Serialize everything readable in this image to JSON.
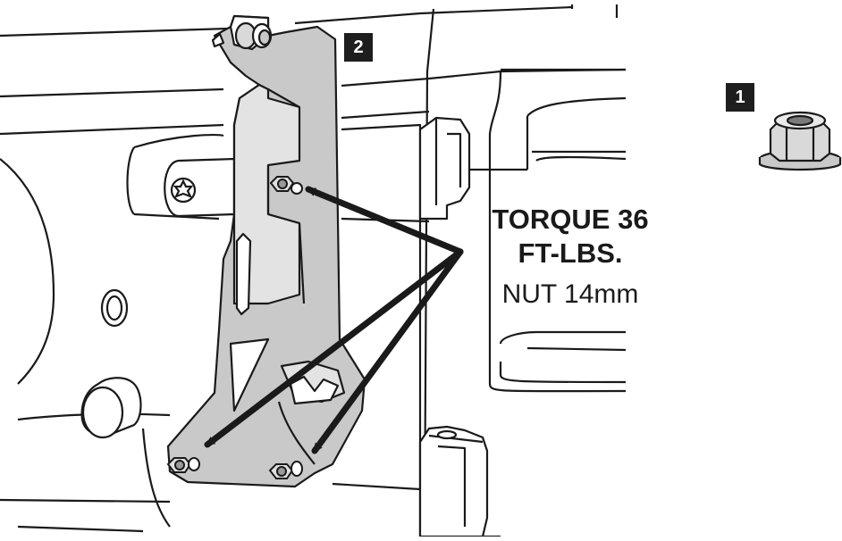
{
  "callouts": {
    "line1": "TORQUE 36",
    "line2": "FT-LBS.",
    "line3": "NUT 14mm"
  },
  "badges": {
    "bracket": "2",
    "nut": "1"
  },
  "colors": {
    "bracket_fill": "#c9c9c9",
    "line": "#1a1a1a",
    "arrow": "#1a1a1a"
  },
  "icons": {
    "nut_part": "flange-nut-icon",
    "fastener": "hex-nut-icon",
    "torx": "torx-bolt-icon"
  }
}
